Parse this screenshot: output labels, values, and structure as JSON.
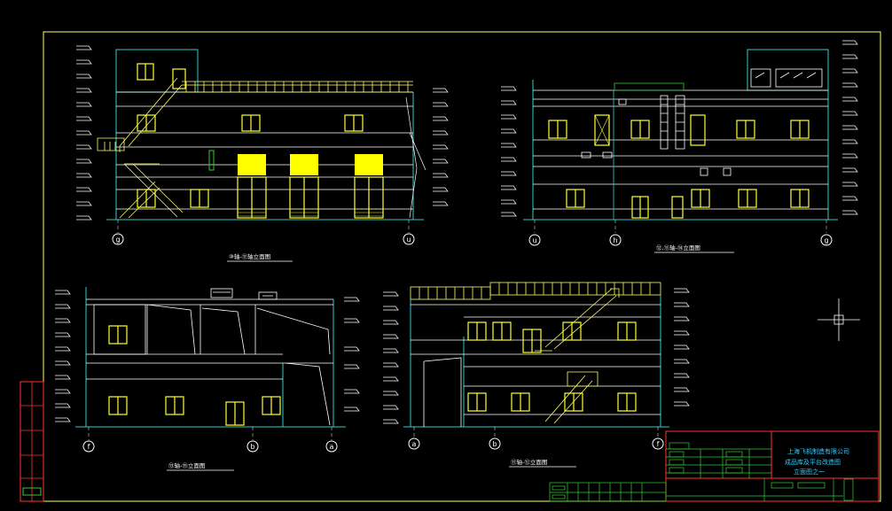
{
  "drawing": {
    "title_block": {
      "project_line": "上海飞机制造有限公司",
      "drawing_line": "成品库及平台改造图",
      "sheet_line": "立面图之一"
    },
    "views": [
      {
        "id": "v1",
        "title": "⑩轴-⑪轴立面图",
        "axis_left": "g",
        "axis_right": "u"
      },
      {
        "id": "v2",
        "title": "⑫,⑪轴-⑭立面图",
        "axis_left": "u",
        "axis_mid": "h",
        "axis_right": "g"
      },
      {
        "id": "v3",
        "title": "⑬轴-⑮立面图",
        "axis_left": "f",
        "axis_mid": "b",
        "axis_right": "a"
      },
      {
        "id": "v4",
        "title": "⑪轴-⑫立面图",
        "axis_left": "a",
        "axis_mid": "b",
        "axis_right": "f"
      }
    ],
    "colors": {
      "frame": "#ffff66",
      "outline": "#ffffff",
      "cyan": "#33cccc",
      "window": "#ffff33",
      "green": "#33cc33",
      "red": "#ff3333",
      "magenta": "#ff66ff"
    }
  }
}
